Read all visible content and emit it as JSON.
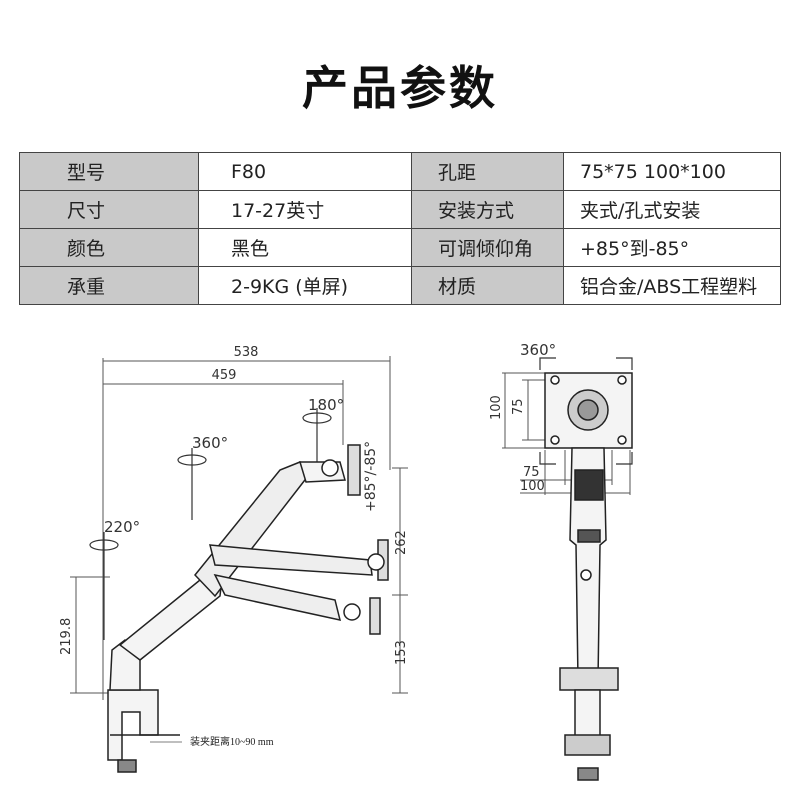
{
  "title": "产品参数",
  "specs": [
    {
      "k1": "型号",
      "v1": "F80",
      "k2": "孔距",
      "v2": "75*75  100*100"
    },
    {
      "k1": "尺寸",
      "v1": "17-27英寸",
      "k2": "安装方式",
      "v2": "夹式/孔式安装"
    },
    {
      "k1": "颜色",
      "v1": "黑色",
      "k2": "可调倾仰角",
      "v2": "+85°到-85°"
    },
    {
      "k1": "承重",
      "v1": "2-9KG (单屏)",
      "k2": "材质",
      "v2": "铝合金/ABS工程塑料"
    }
  ],
  "side_view": {
    "dim_total": "538",
    "dim_reach": "459",
    "rot_top": "180°",
    "rot_mid": "360°",
    "rot_base": "220°",
    "tilt": "+85°/-85°",
    "dim_vertical": "262",
    "dim_bottom": "153",
    "dim_base": "219.8",
    "clamp_label": "装夹距离10~90 mm"
  },
  "front_view": {
    "rotate": "360°",
    "v100": "100",
    "v75": "75",
    "h75": "75",
    "h100": "100"
  }
}
